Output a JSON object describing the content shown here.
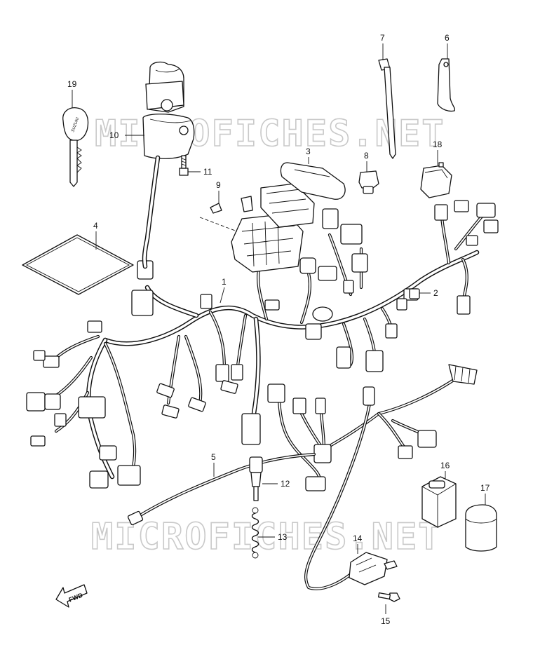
{
  "watermark": {
    "text_top": "MICROFICHES.NET",
    "text_bottom": "MICROFICHES.NET"
  },
  "parts": [
    {
      "number": "1",
      "label_name": "callout-1-wiring-harness"
    },
    {
      "number": "2",
      "label_name": "callout-2"
    },
    {
      "number": "3",
      "label_name": "callout-3"
    },
    {
      "number": "4",
      "label_name": "callout-4"
    },
    {
      "number": "5",
      "label_name": "callout-5"
    },
    {
      "number": "6",
      "label_name": "callout-6"
    },
    {
      "number": "7",
      "label_name": "callout-7"
    },
    {
      "number": "8",
      "label_name": "callout-8"
    },
    {
      "number": "9",
      "label_name": "callout-9"
    },
    {
      "number": "10",
      "label_name": "callout-10"
    },
    {
      "number": "11",
      "label_name": "callout-11"
    },
    {
      "number": "12",
      "label_name": "callout-12"
    },
    {
      "number": "13",
      "label_name": "callout-13"
    },
    {
      "number": "14",
      "label_name": "callout-14"
    },
    {
      "number": "15",
      "label_name": "callout-15"
    },
    {
      "number": "16",
      "label_name": "callout-16"
    },
    {
      "number": "17",
      "label_name": "callout-17"
    },
    {
      "number": "18",
      "label_name": "callout-18"
    },
    {
      "number": "19",
      "label_name": "callout-19"
    }
  ],
  "fwd_arrow": {
    "text": "FWD"
  },
  "key_brand": "SUZUKI",
  "icons": {
    "fwd": "forward-arrow-icon"
  }
}
